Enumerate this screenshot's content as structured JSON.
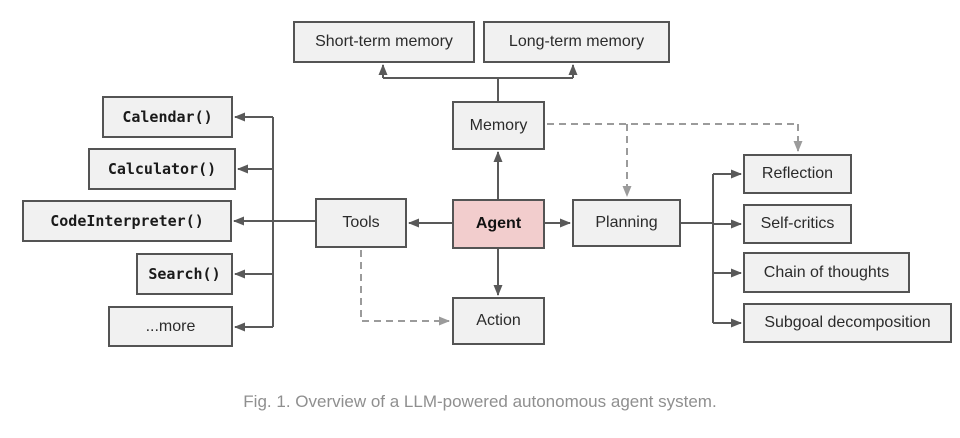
{
  "diagram": {
    "caption": "Fig. 1. Overview of a LLM-powered autonomous agent system.",
    "nodes": {
      "short_term_memory": {
        "label": "Short-term memory"
      },
      "long_term_memory": {
        "label": "Long-term memory"
      },
      "memory": {
        "label": "Memory"
      },
      "agent": {
        "label": "Agent"
      },
      "tools": {
        "label": "Tools"
      },
      "planning": {
        "label": "Planning"
      },
      "action": {
        "label": "Action"
      },
      "calendar": {
        "label": "Calendar()"
      },
      "calculator": {
        "label": "Calculator()"
      },
      "code_interpreter": {
        "label": "CodeInterpreter()"
      },
      "search": {
        "label": "Search()"
      },
      "more": {
        "label": "...more"
      },
      "reflection": {
        "label": "Reflection"
      },
      "self_critics": {
        "label": "Self-critics"
      },
      "chain_of_thoughts": {
        "label": "Chain of thoughts"
      },
      "subgoal_decomposition": {
        "label": "Subgoal decomposition"
      }
    },
    "edges": [
      {
        "from": "memory",
        "to": "short_term_memory",
        "style": "solid",
        "arrow": "to"
      },
      {
        "from": "memory",
        "to": "long_term_memory",
        "style": "solid",
        "arrow": "to"
      },
      {
        "from": "agent",
        "to": "memory",
        "style": "solid",
        "arrow": "to"
      },
      {
        "from": "agent",
        "to": "tools",
        "style": "solid",
        "arrow": "to"
      },
      {
        "from": "agent",
        "to": "planning",
        "style": "solid",
        "arrow": "to"
      },
      {
        "from": "agent",
        "to": "action",
        "style": "solid",
        "arrow": "to"
      },
      {
        "from": "tools",
        "to": "calendar",
        "style": "solid",
        "arrow": "to"
      },
      {
        "from": "tools",
        "to": "calculator",
        "style": "solid",
        "arrow": "to"
      },
      {
        "from": "tools",
        "to": "code_interpreter",
        "style": "solid",
        "arrow": "to"
      },
      {
        "from": "tools",
        "to": "search",
        "style": "solid",
        "arrow": "to"
      },
      {
        "from": "tools",
        "to": "more",
        "style": "solid",
        "arrow": "to"
      },
      {
        "from": "planning",
        "to": "reflection",
        "style": "solid",
        "arrow": "to"
      },
      {
        "from": "planning",
        "to": "self_critics",
        "style": "solid",
        "arrow": "to"
      },
      {
        "from": "planning",
        "to": "chain_of_thoughts",
        "style": "solid",
        "arrow": "to"
      },
      {
        "from": "planning",
        "to": "subgoal_decomposition",
        "style": "solid",
        "arrow": "to"
      },
      {
        "from": "memory",
        "to": "planning",
        "style": "dashed",
        "arrow": "to"
      },
      {
        "from": "memory",
        "to": "reflection",
        "style": "dashed",
        "arrow": "to"
      },
      {
        "from": "tools",
        "to": "action",
        "style": "dashed",
        "arrow": "to"
      }
    ],
    "colors": {
      "background": "#ffffff",
      "node_fill": "#f1f1f1",
      "node_border": "#545454",
      "agent_fill": "#f2cdcd",
      "solid_arrow": "#595959",
      "dashed_arrow": "#9b9b9b",
      "caption_text": "#8f8f8f"
    }
  }
}
